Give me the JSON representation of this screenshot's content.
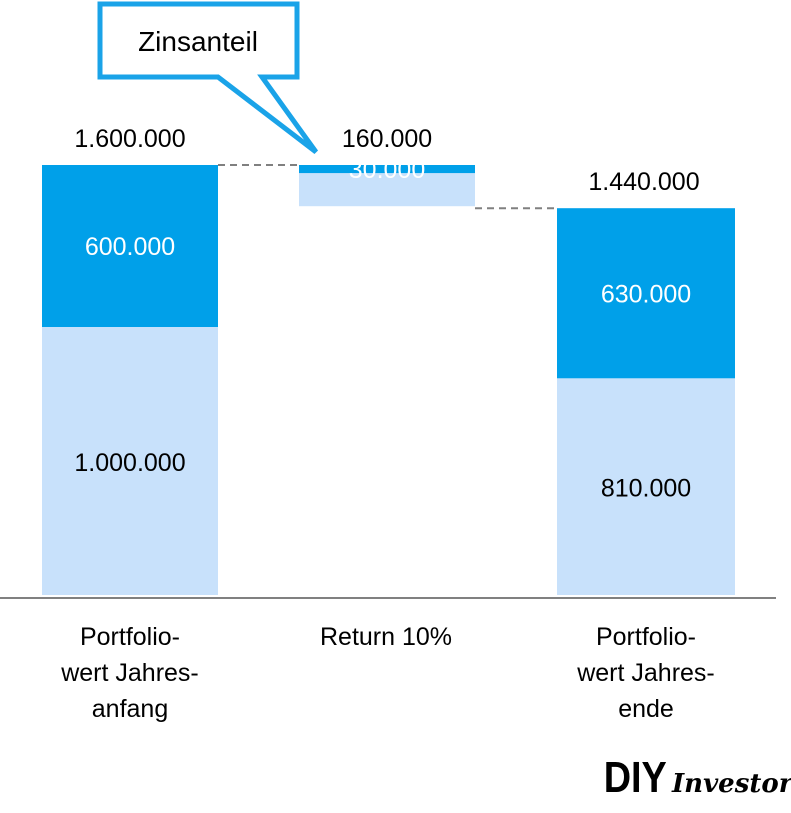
{
  "chart_data": {
    "type": "waterfall",
    "categories": [
      [
        "Portfolio-",
        "wert Jahres-",
        "anfang"
      ],
      [
        "Return 10%"
      ],
      [
        "Portfolio-",
        "wert Jahres-",
        "ende"
      ]
    ],
    "bars": [
      {
        "base": 0,
        "segments": [
          {
            "value": 1000000,
            "label": "1.000.000",
            "tone": "light"
          },
          {
            "value": 600000,
            "label": "600.000",
            "tone": "dark"
          }
        ],
        "total_label": "1.600.000"
      },
      {
        "base": 1440000,
        "segments": [
          {
            "value": 130000,
            "label": "",
            "tone": "light"
          },
          {
            "value": 30000,
            "label": "30.000",
            "tone": "dark"
          }
        ],
        "total_label": "160.000"
      },
      {
        "base": 0,
        "segments": [
          {
            "value": 810000,
            "label": "810.000",
            "tone": "light"
          },
          {
            "value": 630000,
            "label": "630.000",
            "tone": "dark"
          }
        ],
        "total_label": "1.440.000"
      }
    ],
    "ylim": [
      0,
      1600000
    ],
    "colors": {
      "light": "#c8e1fb",
      "dark": "#00a0e9",
      "callout_border": "#1aa3e8",
      "connector": "#808080",
      "axis": "#808080"
    }
  },
  "callout": {
    "text": "Zinsanteil"
  },
  "logo": {
    "part1": "DIY",
    "part2": "Investor"
  }
}
